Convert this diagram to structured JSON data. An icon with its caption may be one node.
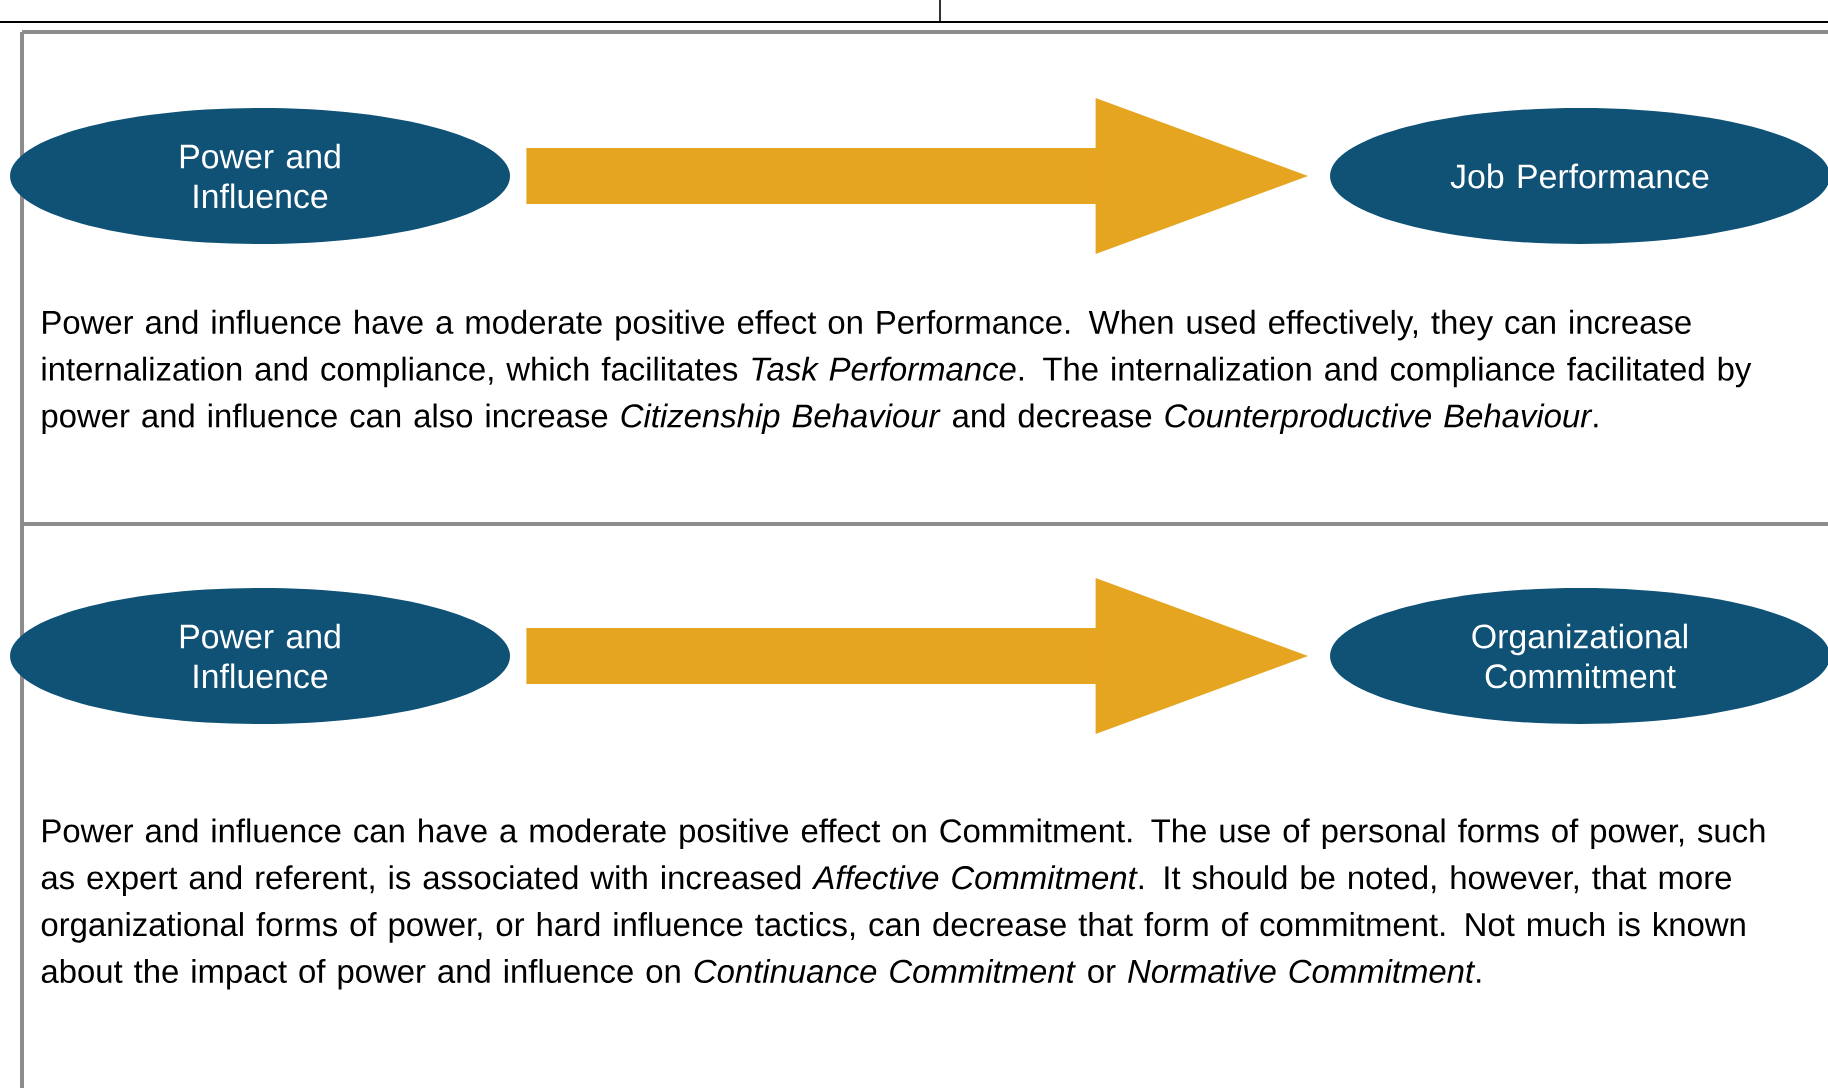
{
  "diagram": {
    "nodes": [
      {
        "text": [
          "Power and Influence"
        ]
      },
      {
        "text": [
          "Job Performance"
        ]
      },
      {
        "text": [
          "Power and Influence"
        ]
      },
      {
        "text": [
          "Organizational Commitment"
        ]
      }
    ],
    "edges": [
      {
        "from": 0,
        "to": 1,
        "arrow": "to"
      },
      {
        "from": 2,
        "to": 3,
        "arrow": "to"
      }
    ],
    "labels": [
      "Power and influence have a moderate positive effect on Performance. When used effectively, they can increase internalization and compliance, which facilitates *Task Performance*. The internalization and compliance facilitated by power and influence can also increase *Citizenship Behaviour* and decrease *Counterproductive Behaviour*.",
      "Power and influence can have a moderate positive effect on Commitment. The use of personal forms of power, such as expert and referent, is associated with increased *Affective Commitment*. It should be noted, however, that more organizational forms of power, or hard influence tactics, can decrease that form of commitment. Not much is known about the impact of power and influence on *Continuance Commitment* or *Normative Commitment*."
    ]
  }
}
